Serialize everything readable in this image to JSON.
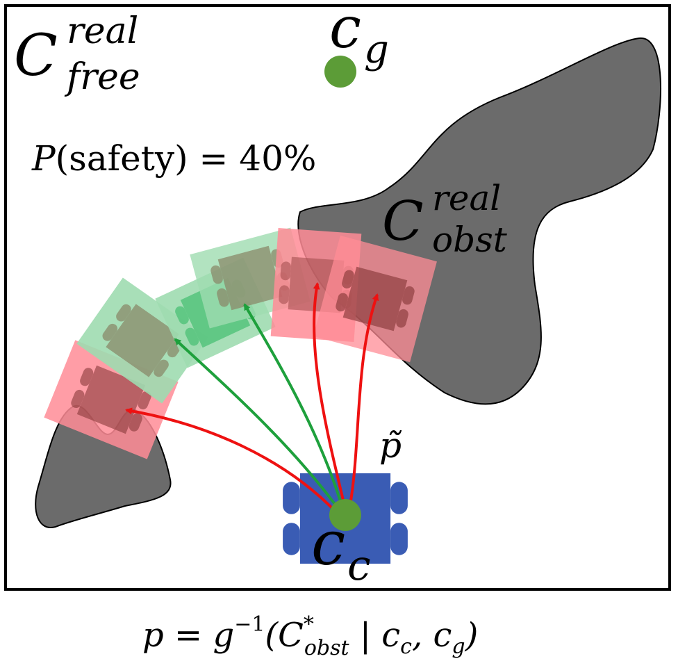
{
  "labels": {
    "free_main": "C",
    "free_sup": "real",
    "free_sub": "free",
    "goal_main": "c",
    "goal_sub": "g",
    "obst_main": "C",
    "obst_sup": "real",
    "obst_sub": "obst",
    "safety_P": "P",
    "safety_rest": "(safety) = 40%",
    "ptilde": "p̃",
    "cc_main": "c",
    "cc_sub": "c"
  },
  "formula": {
    "lhs": "p = g",
    "inv": "−1",
    "open": "(C",
    "star": "*",
    "obst": "obst",
    "mid": " | c",
    "c_sub": "c",
    "comma": ", c",
    "g_sub": "g",
    "close": ")"
  },
  "colors": {
    "obstacle": "#6b6b6b",
    "robot": "#3a5cb4",
    "goal_dot": "#5c9c37",
    "safe_path": "#1ea03c",
    "unsafe_path": "#ee1111",
    "safe_sample": "#9fdcb0",
    "unsafe_sample": "#ff8c96"
  }
}
